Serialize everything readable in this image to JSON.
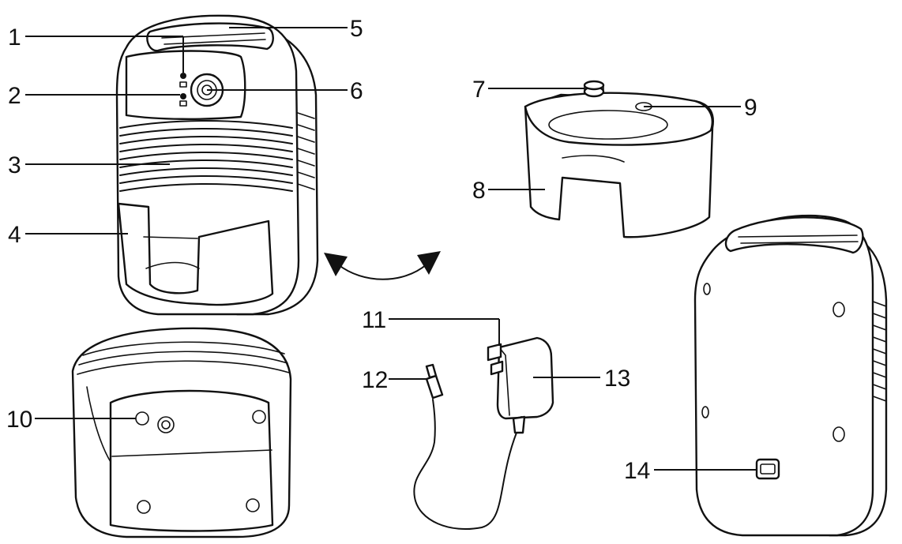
{
  "callouts": [
    {
      "id": "1",
      "label": "1"
    },
    {
      "id": "2",
      "label": "2"
    },
    {
      "id": "3",
      "label": "3"
    },
    {
      "id": "4",
      "label": "4"
    },
    {
      "id": "5",
      "label": "5"
    },
    {
      "id": "6",
      "label": "6"
    },
    {
      "id": "7",
      "label": "7"
    },
    {
      "id": "8",
      "label": "8"
    },
    {
      "id": "9",
      "label": "9"
    },
    {
      "id": "10",
      "label": "10"
    },
    {
      "id": "11",
      "label": "11"
    },
    {
      "id": "12",
      "label": "12"
    },
    {
      "id": "13",
      "label": "13"
    },
    {
      "id": "14",
      "label": "14"
    }
  ],
  "icons": {
    "front_view": "dehumidifier-front-icon",
    "tank": "water-tank-icon",
    "bottom_view": "dehumidifier-bottom-icon",
    "adapter": "power-adapter-icon",
    "back_view": "dehumidifier-back-icon",
    "rotate": "rotate-arrow-icon"
  },
  "colors": {
    "line": "#111111",
    "background": "#ffffff"
  }
}
